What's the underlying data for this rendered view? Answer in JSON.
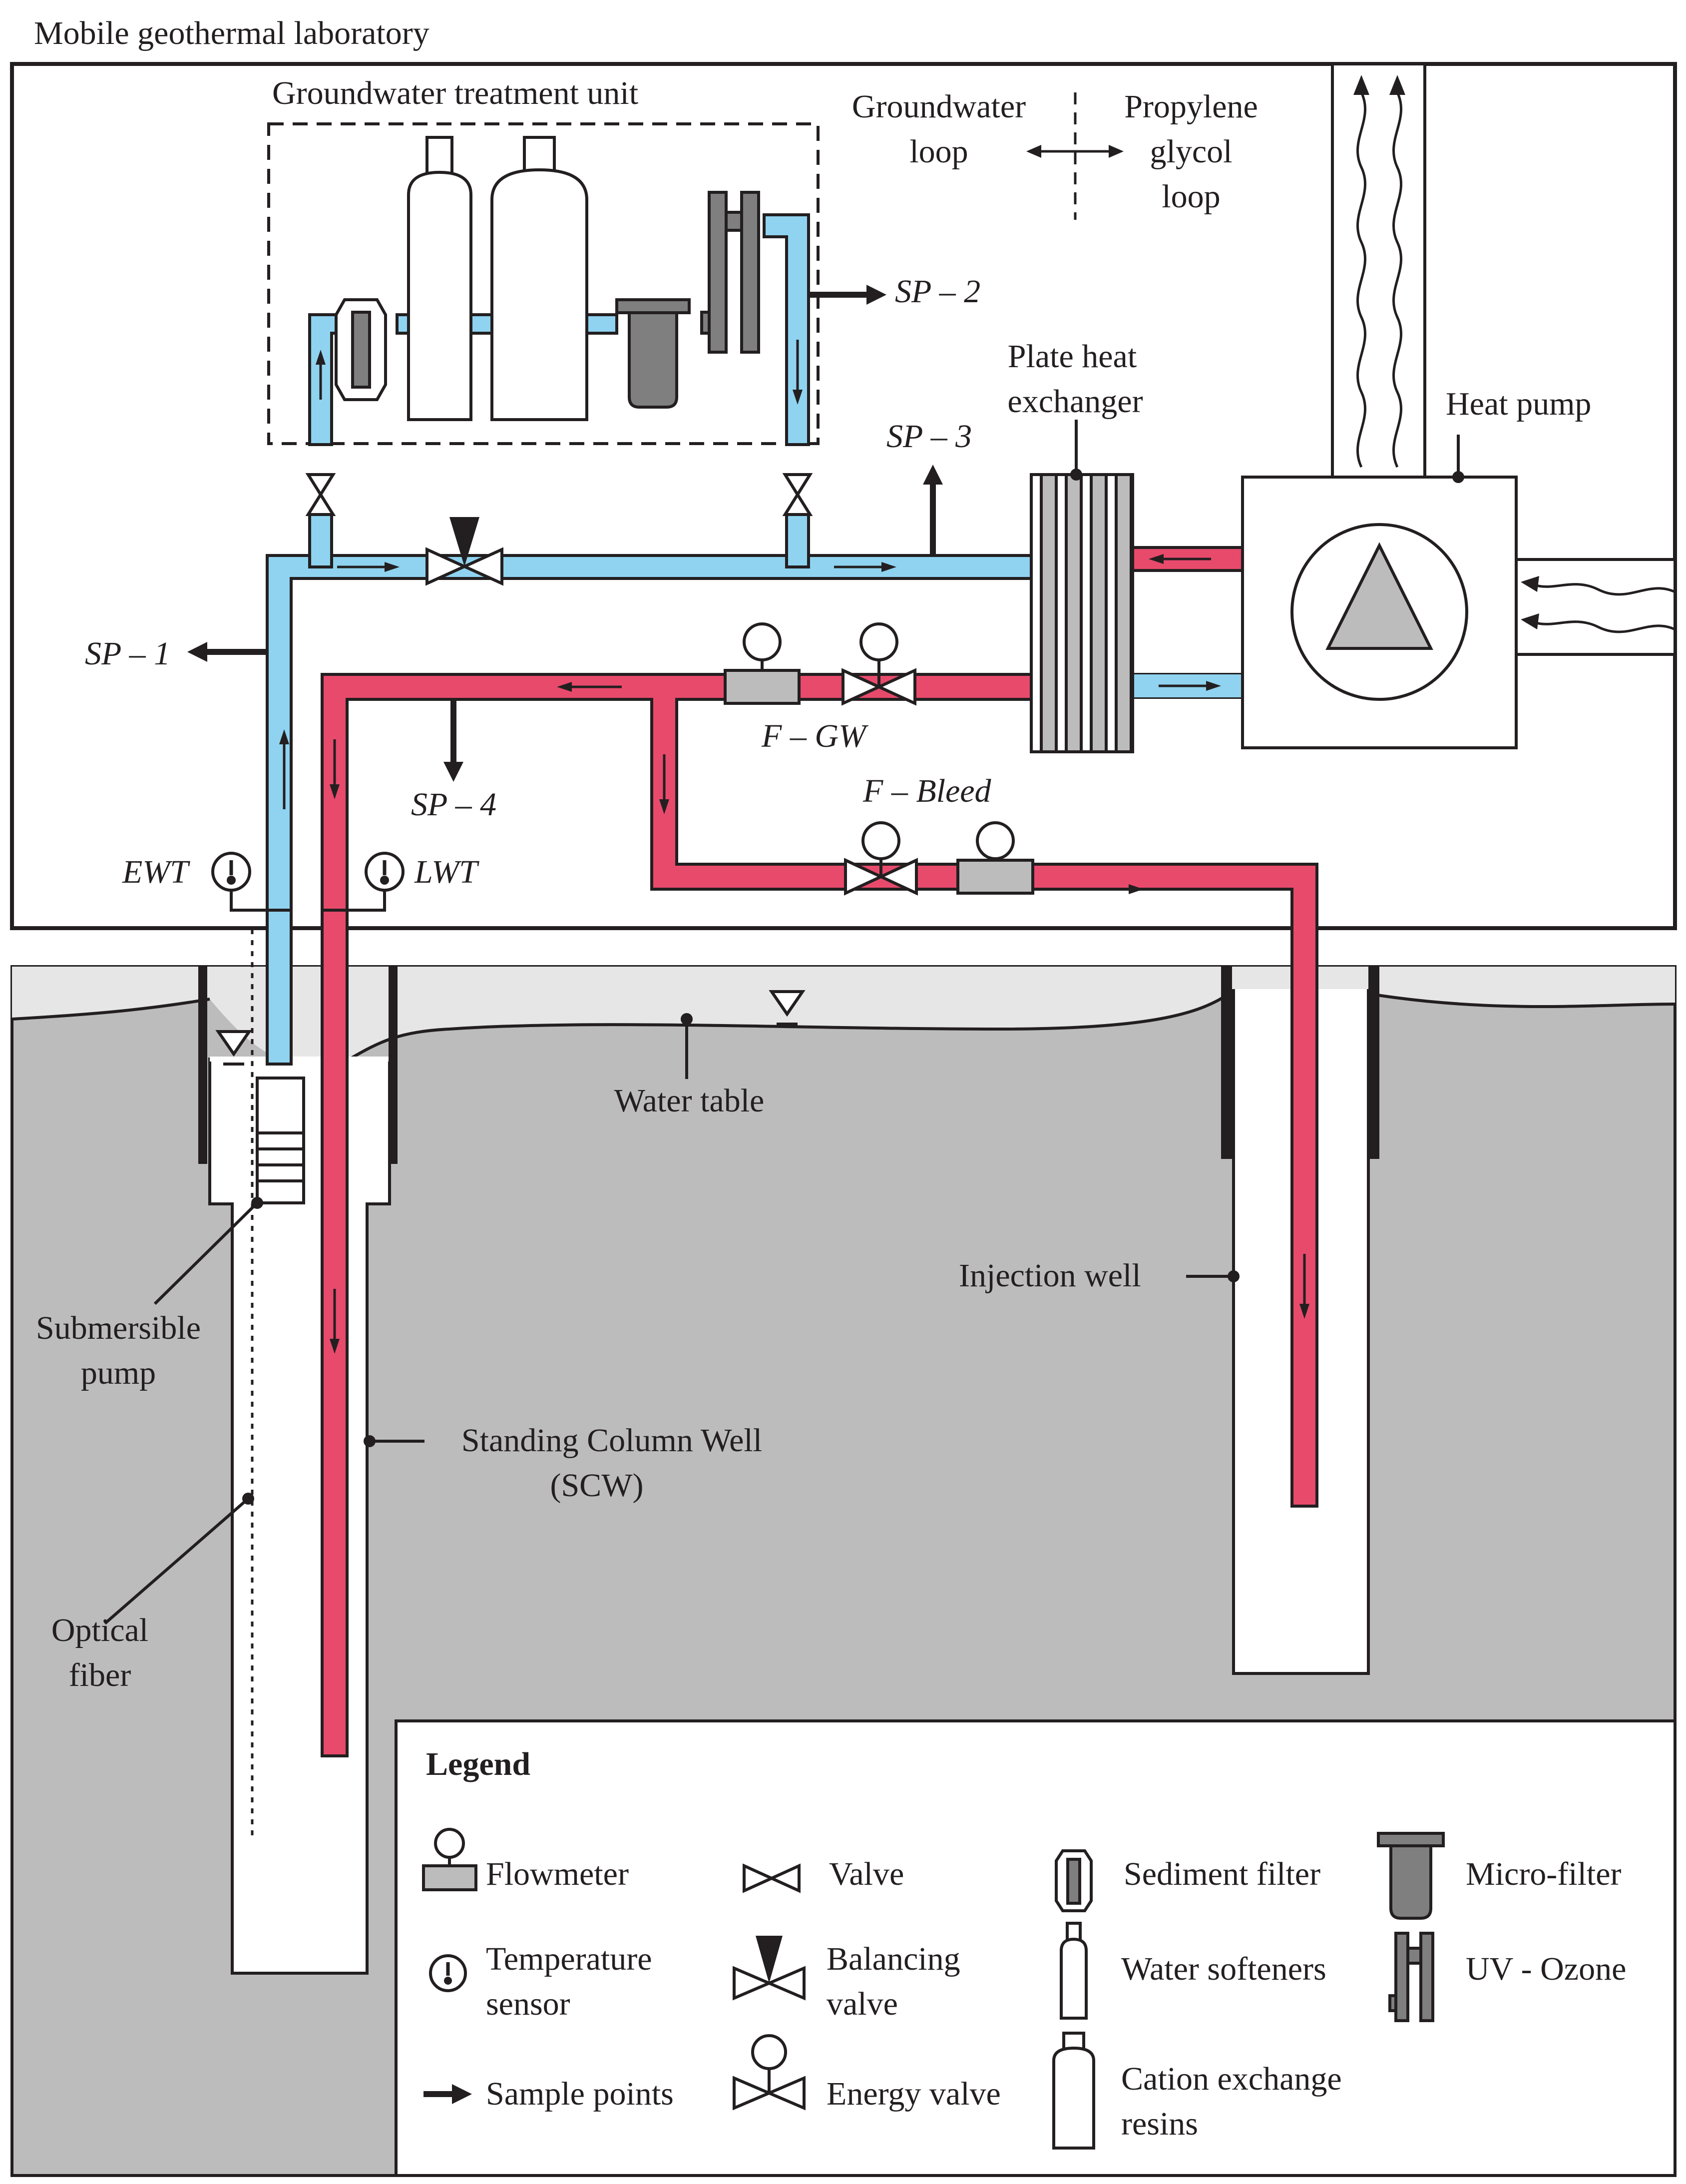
{
  "labels": {
    "lab_title": "Mobile geothermal laboratory",
    "treatment_unit": "Groundwater treatment unit",
    "gw_loop_1": "Groundwater",
    "gw_loop_2": "loop",
    "pg_loop_1": "Propylene",
    "pg_loop_2": "glycol",
    "pg_loop_3": "loop",
    "phe_1": "Plate heat",
    "phe_2": "exchanger",
    "heat_pump": "Heat pump",
    "sp1": "SP – 1",
    "sp2": "SP – 2",
    "sp3": "SP – 3",
    "sp4": "SP – 4",
    "fgw": "F – GW",
    "fbleed": "F – Bleed",
    "ewt": "EWT",
    "lwt": "LWT",
    "water_table": "Water table",
    "injection_well": "Injection well",
    "sub_pump_1": "Submersible",
    "sub_pump_2": "pump",
    "scw_1": "Standing Column Well",
    "scw_2": "(SCW)",
    "optical_1": "Optical",
    "optical_2": "fiber"
  },
  "legend": {
    "title": "Legend",
    "flowmeter": "Flowmeter",
    "temp_1": "Temperature",
    "temp_2": "sensor",
    "sample": "Sample points",
    "valve": "Valve",
    "balancing_1": "Balancing",
    "balancing_2": "valve",
    "energy": "Energy valve",
    "sediment": "Sediment filter",
    "softeners": "Water softeners",
    "cation_1": "Cation exchange",
    "cation_2": "resins",
    "microfilter": "Micro-filter",
    "uvozone": "UV - Ozone"
  },
  "colors": {
    "groundwater_blue": "#8fd3f0",
    "return_red": "#e84a6c",
    "ground_gray": "#bcbcbc",
    "component_dark": "#7f7f80"
  }
}
